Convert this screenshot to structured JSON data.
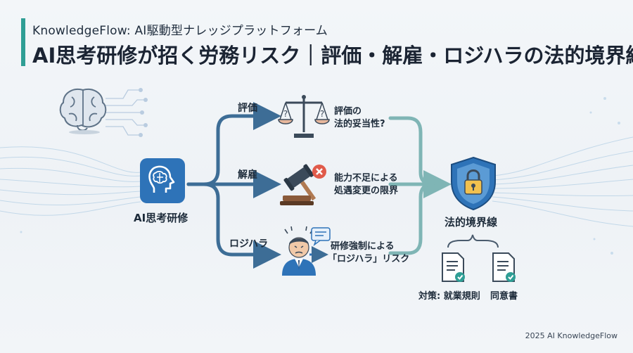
{
  "header": {
    "subtitle": "KnowledgeFlow: AI駆動型ナレッジプラットフォーム",
    "title": "AI思考研修が招く労務リスク｜評価・解雇・ロジハラの法的境界線"
  },
  "diagram": {
    "source": {
      "label": "AI思考研修",
      "icon": "ai-head-icon"
    },
    "branches": [
      {
        "label": "評価",
        "icon": "scales-icon",
        "desc_lines": [
          "評価の",
          "法的妥当性?"
        ]
      },
      {
        "label": "解雇",
        "icon": "gavel-icon",
        "desc_lines": [
          "能力不足による",
          "処遇変更の限界"
        ]
      },
      {
        "label": "ロジハラ",
        "icon": "stressed-person-icon",
        "desc_lines": [
          "研修強制による",
          "「ロジハラ」リスク"
        ]
      }
    ],
    "target": {
      "label": "法的境界線",
      "icon": "shield-lock-icon"
    },
    "countermeasure": {
      "label": "対策: 就業規則",
      "label2": "同意書"
    }
  },
  "colors": {
    "accent": "#2f9e95",
    "arrow_dark": "#3d6d96",
    "arrow_teal": "#7fb5b5",
    "icon_blue": "#2e73b8"
  },
  "footer": {
    "text": "2025 AI KnowledgeFlow"
  }
}
